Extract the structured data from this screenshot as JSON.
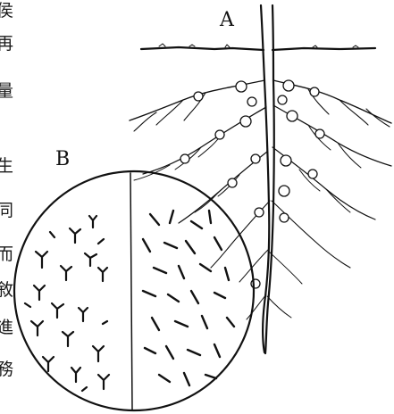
{
  "figure": {
    "panel_labels": {
      "a": "A",
      "b": "B"
    },
    "margin_text": [
      "侯",
      "再",
      "量",
      "生",
      "同",
      "而",
      "敘",
      "進",
      "務"
    ],
    "colors": {
      "ink": "#111111",
      "paper": "#ffffff"
    }
  }
}
